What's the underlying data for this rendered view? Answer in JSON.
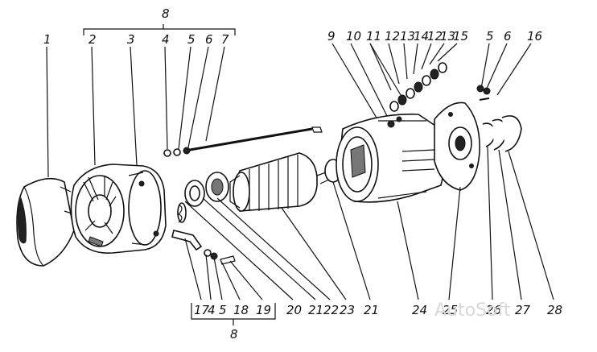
{
  "group_label_top": "8",
  "group_label_bottom": "8",
  "callouts_top": [
    "1",
    "2",
    "3",
    "4",
    "5",
    "6",
    "7",
    "9",
    "10",
    "11",
    "12",
    "13",
    "14",
    "12",
    "13",
    "15",
    "5",
    "6",
    "16"
  ],
  "callouts_bottom": [
    "17",
    "4",
    "5",
    "18",
    "19",
    "20",
    "21",
    "22",
    "23",
    "21",
    "24",
    "25",
    "26",
    "27",
    "28"
  ],
  "watermark": "AutoSoft"
}
